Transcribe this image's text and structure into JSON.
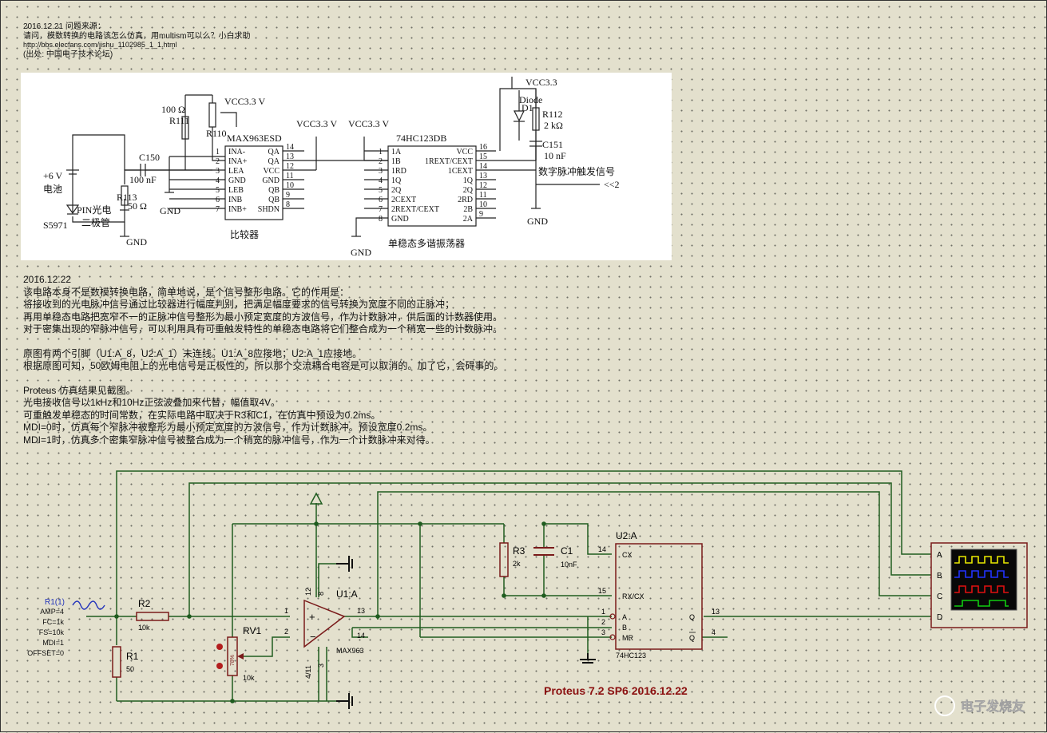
{
  "header": {
    "date": "2016.12.21",
    "label": "问题来源：",
    "question": "请问，模数转换的电路该怎么仿真，用multism可以么？小白求助",
    "url": "http://bbs.elecfans.com/jishu_1102985_1_1.html",
    "source": "(出处: 中国电子技术论坛)"
  },
  "body": {
    "date2": "2016.12.22",
    "lines": [
      "该电路本身不是数模转换电路，简单地说，是个信号整形电路。它的作用是：",
      "将接收到的光电脉冲信号通过比较器进行幅度判别，把满足幅度要求的信号转换为宽度不同的正脉冲；",
      "再用单稳态电路把宽窄不一的正脉冲信号整形为最小预定宽度的方波信号，作为计数脉冲，供后面的计数器使用。",
      "对于密集出现的窄脉冲信号，可以利用具有可重触发特性的单稳态电路将它们整合成为一个稍宽一些的计数脉冲。"
    ],
    "para2": [
      "原图有两个引脚（U1:A_8，U2:A_1）未连线。U1:A_8应接地；U2:A_1应接地。",
      "根据原图可知，50欧姆电阻上的光电信号是正极性的，所以那个交流耦合电容是可以取消的。加了它，会碍事的。"
    ],
    "para3": [
      "Proteus 仿真结果见截图。",
      "光电接收信号以1kHz和10Hz正弦波叠加来代替，幅值取4V。",
      "可重触发单稳态的时间常数，在实际电路中取决于R3和C1，在仿真中预设为0.2ms。",
      "MDI=0时，仿真每个窄脉冲被整形为最小预定宽度的方波信号，作为计数脉冲。预设宽度0.2ms。",
      "MDI=1时，仿真多个密集窄脉冲信号被整合成为一个稍宽的脉冲信号，作为一个计数脉冲来对待。"
    ]
  },
  "photo": {
    "r100": "100 Ω",
    "r111": "R111",
    "vcc1": "VCC3.3 V",
    "r110": "R110",
    "max": "MAX963ESD",
    "vcc2": "VCC3.3 V",
    "vcc3": "VCC3.3 V",
    "hc": "74HC123DB",
    "vcc4": "VCC3.3",
    "diode": "Diode",
    "d1": "D1",
    "r112": "R112",
    "r112v": "2 kΩ",
    "c151": "C151",
    "c151v": "10 nF",
    "c150": "C150",
    "c150v": "100 nF",
    "batt": "+6 V",
    "battlabel": "电池",
    "r113": "R113",
    "r113v": "50 Ω",
    "pin": "PIN光电",
    "pin2": "二极管",
    "s5971": "S5971",
    "gnd": "GND",
    "comp": "比较器",
    "mono": "单稳态多谐振荡器",
    "trigger": "数字脉冲触发信号",
    "out2": "<<2",
    "maxpins_left": [
      "INA-",
      "INA+",
      "LEA",
      "GND",
      "LEB",
      "INB",
      "INB+"
    ],
    "maxpins_right": [
      "QA",
      "QA",
      "VCC",
      "GND",
      "QB",
      "QB",
      "SHDN"
    ],
    "maxnums_left": [
      "1",
      "2",
      "3",
      "4",
      "5",
      "6",
      "7"
    ],
    "maxnums_right": [
      "14",
      "13",
      "12",
      "11",
      "10",
      "9",
      "8"
    ],
    "hcpins_left": [
      "1A",
      "1B",
      "1RD",
      "1Q",
      "2Q",
      "2CEXT",
      "2REXT/CEXT",
      "GND"
    ],
    "hcpins_right": [
      "VCC",
      "1REXT/CEXT",
      "1CEXT",
      "1Q",
      "2Q",
      "2RD",
      "2B",
      "2A"
    ],
    "hcnums_left": [
      "1",
      "2",
      "3",
      "4",
      "5",
      "6",
      "7",
      "8"
    ],
    "hcnums_right": [
      "16",
      "15",
      "14",
      "13",
      "12",
      "11",
      "10",
      "9"
    ]
  },
  "schematic": {
    "gen_name": "R1(1)",
    "gen_params": [
      "AMP=4",
      "FC=1k",
      "FS=10k",
      "MDI=1",
      "OFFSET=0"
    ],
    "r2": "R2",
    "r2v": "10k",
    "r1": "R1",
    "r1v": "50",
    "rv1": "RV1",
    "rv1v": "10k",
    "rv1pct": "78%",
    "u1": "U1:A",
    "u1part": "MAX963",
    "u1pins": [
      "1",
      "2",
      "13",
      "14",
      "12",
      "8",
      "4/11",
      "3"
    ],
    "r3": "R3",
    "r3v": "2k",
    "c1": "C1",
    "c1v": "10nF",
    "u2": "U2:A",
    "u2part": "74HC123",
    "u2left": [
      "CX",
      "RX/CX",
      "A",
      "B",
      "MR"
    ],
    "u2leftnums": [
      "14",
      "15",
      "1",
      "2",
      "3"
    ],
    "u2right": [
      "Q",
      "Q"
    ],
    "u2rightnums": [
      "13",
      "4"
    ],
    "scope_ch": [
      "A",
      "B",
      "C",
      "D"
    ],
    "footer": "Proteus 7.2 SP6   2016.12.22",
    "watermark": "电子发烧友"
  },
  "colors": {
    "wire": "#1f5c1f",
    "component": "#7a1a1a",
    "blue": "#2233bb",
    "footer": "#8b1010"
  }
}
